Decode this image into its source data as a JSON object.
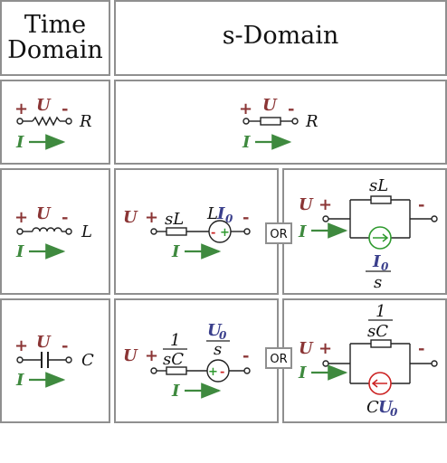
{
  "header": {
    "time_line1": "Time",
    "time_line2": "Domain",
    "s_domain": "s-Domain"
  },
  "symbols": {
    "voltage": "U",
    "current": "I",
    "plus": "+",
    "minus": "-",
    "or": "OR"
  },
  "resistor": {
    "time_label": "R",
    "s_label": "R"
  },
  "inductor": {
    "time_label": "L",
    "impedance": "sL",
    "source_coef": "L",
    "source_var": "I",
    "source_sub": "0",
    "parallel_num_var": "I",
    "parallel_num_sub": "0",
    "parallel_den": "s"
  },
  "capacitor": {
    "time_label": "C",
    "imp_num": "1",
    "imp_den": "sC",
    "src_num_var": "U",
    "src_num_sub": "0",
    "src_den": "s",
    "parallel_coef": "C",
    "parallel_var": "U",
    "parallel_sub": "0"
  },
  "colors": {
    "voltage": "#8b3535",
    "current": "#3f8a3f",
    "initial_value": "#3a3f8c",
    "source_green": "#2f9a2f",
    "source_red": "#cc2222",
    "border": "#8f8f8f"
  }
}
